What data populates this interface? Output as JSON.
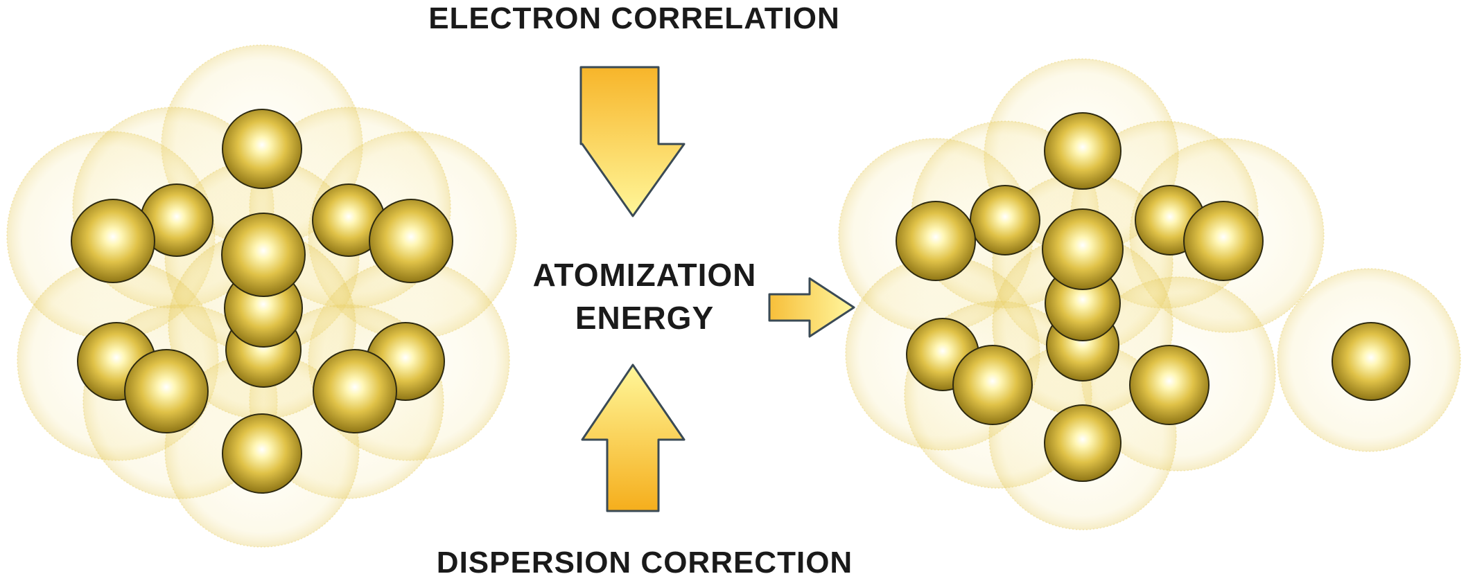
{
  "labels": {
    "top": "ELECTRON CORRELATION",
    "center_line1": "ATOMIZATION",
    "center_line2": "ENERGY",
    "bottom": "DISPERSION CORRECTION"
  },
  "colors": {
    "atom_core": "#fffbe0",
    "atom_mid": "#e3c84a",
    "atom_edge": "#8c7410",
    "shell": "#ecd56a",
    "arrow_light": "#fff08a",
    "arrow_dark": "#f5b820",
    "arrow_stroke": "#3a4a55"
  },
  "clusters": {
    "left_atom_count": 13,
    "right_atom_count": 12,
    "detached_atom_count": 1
  }
}
